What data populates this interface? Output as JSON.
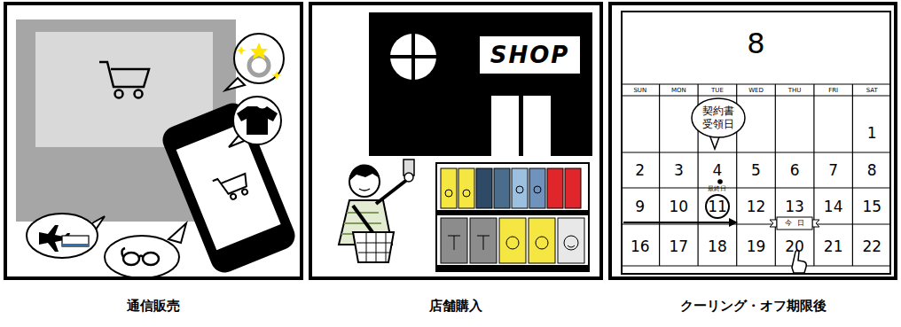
{
  "diagram": {
    "nodes": [
      {
        "text": [
          "通信販売"
        ]
      },
      {
        "text": [
          "店舗購入"
        ]
      },
      {
        "text": [
          "SHOP"
        ],
        "in": 1
      },
      {
        "text": [
          "クーリング・オフ期限後"
        ]
      },
      {
        "text": [
          "8"
        ],
        "in": 3
      },
      {
        "text": [
          "契約書 受領日"
        ],
        "in": 4
      },
      {
        "text": [
          "11"
        ],
        "in": 4
      },
      {
        "text": [
          "今日"
        ],
        "in": 4
      }
    ],
    "labels": [
      "SUN",
      "MON",
      "TUE",
      "WED",
      "THU",
      "FRI",
      "SAT",
      "1",
      "2",
      "3",
      "4",
      "5",
      "6",
      "7",
      "8",
      "9",
      "10",
      "12",
      "13",
      "14",
      "15",
      "16",
      "17",
      "18",
      "19",
      "20",
      "21",
      "22",
      "最終日"
    ]
  }
}
